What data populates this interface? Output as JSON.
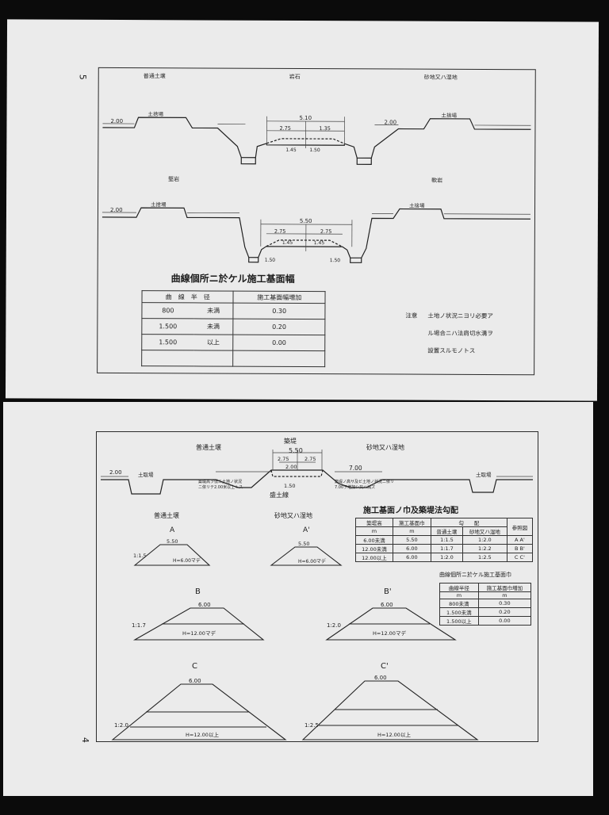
{
  "top_page": {
    "page_number": "5",
    "section_labels": [
      "普通土壌",
      "岩石",
      "砂地又ハ湿地",
      "堅岩",
      "軟岩"
    ],
    "dimensions": [
      "2.00",
      "5.10",
      "2.75",
      "1.35",
      "1.45",
      "1.50",
      "2.00",
      "5.50",
      "2.75",
      "2.75",
      "1.45",
      "1.45",
      "1.50",
      "1.50",
      "2.00"
    ],
    "small_labels": [
      "土捨場",
      "土捨場",
      "土捨場",
      "土捨場"
    ],
    "table_title": "曲線個所ニ於ケル施工基面幅",
    "table": {
      "headers": [
        "曲　線　半　径",
        "施工基面幅増加"
      ],
      "rows": [
        {
          "radius": "800",
          "cond": "未満",
          "increase": "0.30"
        },
        {
          "radius": "1.500",
          "cond": "未満",
          "increase": "0.20"
        },
        {
          "radius": "1.500",
          "cond": "以上",
          "increase": "0.00"
        }
      ]
    },
    "note_label": "注意",
    "note_lines": [
      "土地ノ状況ニヨリ必要ア",
      "ル場合ニハ法肩切水溝ヲ",
      "設置スルモノトス"
    ]
  },
  "bottom_page": {
    "page_number": "4",
    "cross_section": {
      "labels": [
        "普通土壌",
        "築堤",
        "砂地又ハ湿地"
      ],
      "dimensions": [
        "5.50",
        "2.75",
        "2.75",
        "2.00",
        "7.00",
        "2.00",
        "1.50"
      ],
      "side_labels": [
        "土取場",
        "土取場"
      ],
      "left_note": [
        "築堤高ヲ低ニ土地ノ状況",
        "ニ依リテ2.00米以上トス"
      ],
      "right_note": [
        "築堤ノ高サ及ビ土地ノ状況ニ依リ",
        "7.00ヲ増加シ又ハ減ズ"
      ],
      "bottom_label": "盛土線"
    },
    "embankment_labels": [
      "普通土壌",
      "砂地又ハ湿地"
    ],
    "embankments": [
      {
        "letter": "A",
        "top": "5.50",
        "slope": "1:1.5",
        "height": "H=6.00マデ"
      },
      {
        "letter": "A'",
        "top": "5.50",
        "slope": "",
        "height": "H=6.00マデ"
      },
      {
        "letter": "B",
        "top": "6.00",
        "slope": "1:1.7",
        "height": "H=12.00マデ"
      },
      {
        "letter": "B'",
        "top": "6.00",
        "slope": "1:2.0",
        "height": "H=12.00マデ"
      },
      {
        "letter": "C",
        "top": "6.00",
        "slope": "1:2.0",
        "height": "H=12.00以上"
      },
      {
        "letter": "C'",
        "top": "6.00",
        "slope": "1:2.5",
        "height": "H=12.00以上"
      }
    ],
    "slope_table": {
      "title": "施工基面ノ巾及築堤法勾配",
      "head1": [
        "築堤高",
        "施工基面巾",
        "勾　　配",
        "参照図"
      ],
      "head2": [
        "m",
        "m",
        "普通土壌",
        "砂地又ハ湿地"
      ],
      "rows": [
        [
          "6.00未満",
          "5.50",
          "1:1.5",
          "1:2.0",
          "A A'"
        ],
        [
          "12.00未満",
          "6.00",
          "1:1.7",
          "1:2.2",
          "B B'"
        ],
        [
          "12.00以上",
          "6.00",
          "1:2.0",
          "1:2.5",
          "C C'"
        ]
      ]
    },
    "curve_table": {
      "title": "曲線個所ニ於ケル施工基面巾",
      "head1": [
        "曲線半径",
        "施工基面巾増加"
      ],
      "head2": [
        "m",
        "m"
      ],
      "rows": [
        [
          "800未満",
          "0.30"
        ],
        [
          "1.500未満",
          "0.20"
        ],
        [
          "1.500以上",
          "0.00"
        ]
      ]
    }
  }
}
